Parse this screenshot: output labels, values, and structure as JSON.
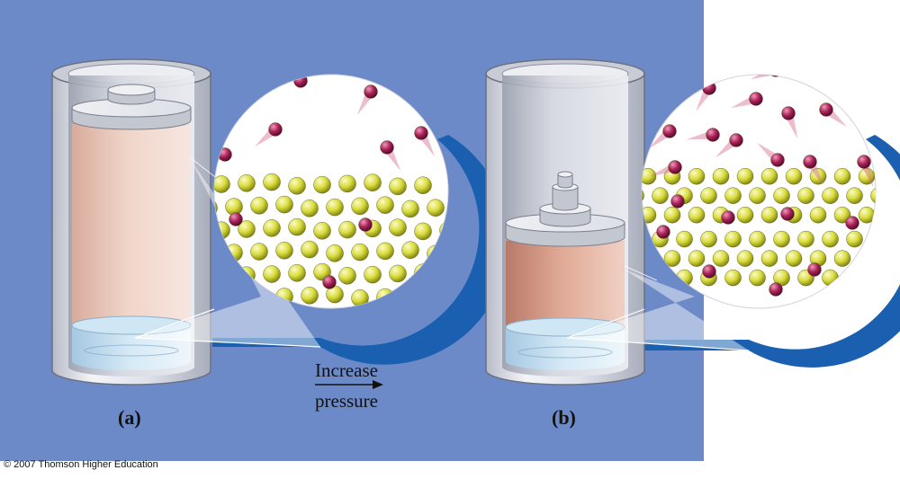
{
  "panels": [
    {
      "label": "(a)"
    },
    {
      "label": "(b)"
    }
  ],
  "arrow": {
    "line1": "Increase",
    "line2": "pressure"
  },
  "copyright": "© 2007 Thomson Higher Education",
  "colors": {
    "background": "#6c8ac8",
    "shadow_blue": "#1a5fb0",
    "gas_molecule": "#a82058",
    "solvent_molecule": "#d8dc3c",
    "liquid": "#bcd8ec",
    "gas_fill": "#e8c4b4"
  }
}
